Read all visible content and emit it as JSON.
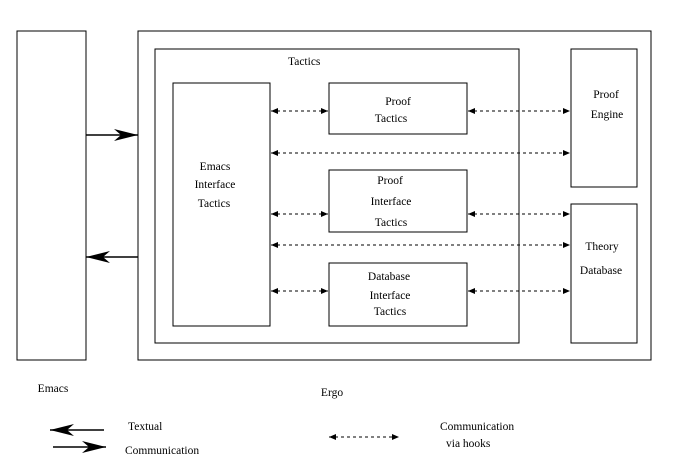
{
  "labels": {
    "tactics": "Tactics",
    "proof_tactics": [
      "Proof",
      "Tactics"
    ],
    "proof_interface_tactics": [
      "Proof",
      "Interface",
      "Tactics"
    ],
    "database_interface_tactics": [
      "Database",
      "Interface",
      "Tactics"
    ],
    "emacs_interface_tactics": [
      "Emacs",
      "Interface",
      "Tactics"
    ],
    "proof_engine": [
      "Proof",
      "Engine"
    ],
    "theory_database": [
      "Theory",
      "Database"
    ],
    "emacs": "Emacs",
    "ergo": "Ergo"
  },
  "legend": {
    "textual": [
      "Textual",
      "Communication"
    ],
    "hooks": [
      "Communication",
      "via hooks"
    ]
  }
}
